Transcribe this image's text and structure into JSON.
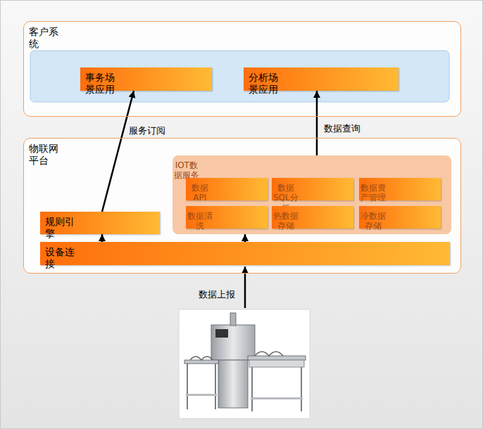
{
  "diagram": {
    "nodes": [
      {
        "text": [
          "客户系统"
        ]
      },
      {
        "text": [
          "事务场景应用"
        ],
        "in": 0
      },
      {
        "text": [
          "分析场景应用"
        ],
        "in": 0
      },
      {
        "text": [
          "物联网 平台"
        ]
      },
      {
        "text": [
          "IOT数据服务"
        ],
        "in": 3
      },
      {
        "text": [
          "数据API"
        ],
        "in": 4
      },
      {
        "text": [
          "数据SQL分析"
        ],
        "in": 4
      },
      {
        "text": [
          "数据资产管理"
        ],
        "in": 4
      },
      {
        "text": [
          "数据清洗"
        ],
        "in": 4
      },
      {
        "text": [
          "热数据存储"
        ],
        "in": 4
      },
      {
        "text": [
          "冷数据存储"
        ],
        "in": 4
      },
      {
        "text": [
          "规则引擎"
        ],
        "in": 3
      },
      {
        "text": [
          "设备连接"
        ],
        "in": 3
      }
    ],
    "edges": [
      {
        "from": 12,
        "to": 11,
        "arrow": "to"
      },
      {
        "from": 12,
        "to": 4,
        "arrow": "to"
      },
      {
        "from": 11,
        "to": 1,
        "label": "服务订阅",
        "arrow": "to"
      },
      {
        "from": 4,
        "to": 2,
        "label": "数据查询",
        "arrow": "to"
      }
    ],
    "labels": [
      "数据上报"
    ]
  }
}
